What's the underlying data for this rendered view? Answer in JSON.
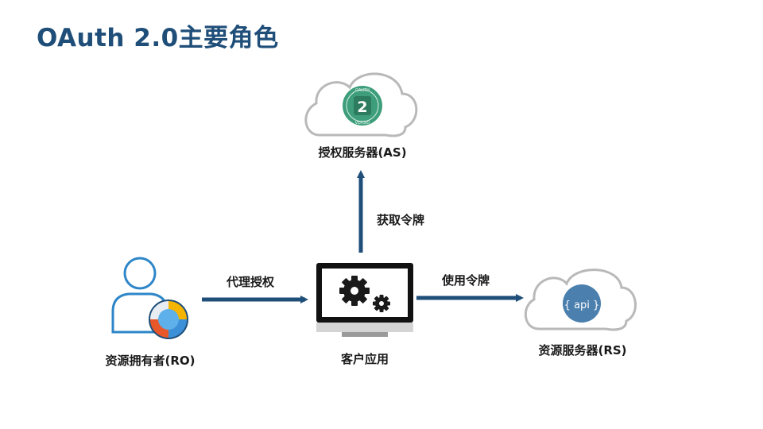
{
  "title": "OAuth 2.0主要角色",
  "nodes": {
    "authorization_server": {
      "label": "授权服务器(AS)",
      "badge_text": "2",
      "badge_ring_top": "OAUTH",
      "badge_ring_bottom": "VERSIO"
    },
    "client": {
      "label": "客户应用"
    },
    "resource_owner": {
      "label": "资源拥有者(RO)"
    },
    "resource_server": {
      "label": "资源服务器(RS)",
      "badge_text": "{ api }"
    }
  },
  "edges": {
    "get_token": "获取令牌",
    "delegate_auth": "代理授权",
    "use_token": "使用令牌"
  },
  "colors": {
    "title": "#1f4e79",
    "arrow": "#1f4e79",
    "cloud_stroke": "#b9b9b9",
    "user_stroke": "#2e86c8",
    "oauth_badge": "#3e9e7c",
    "api_badge": "#4a7fae"
  }
}
